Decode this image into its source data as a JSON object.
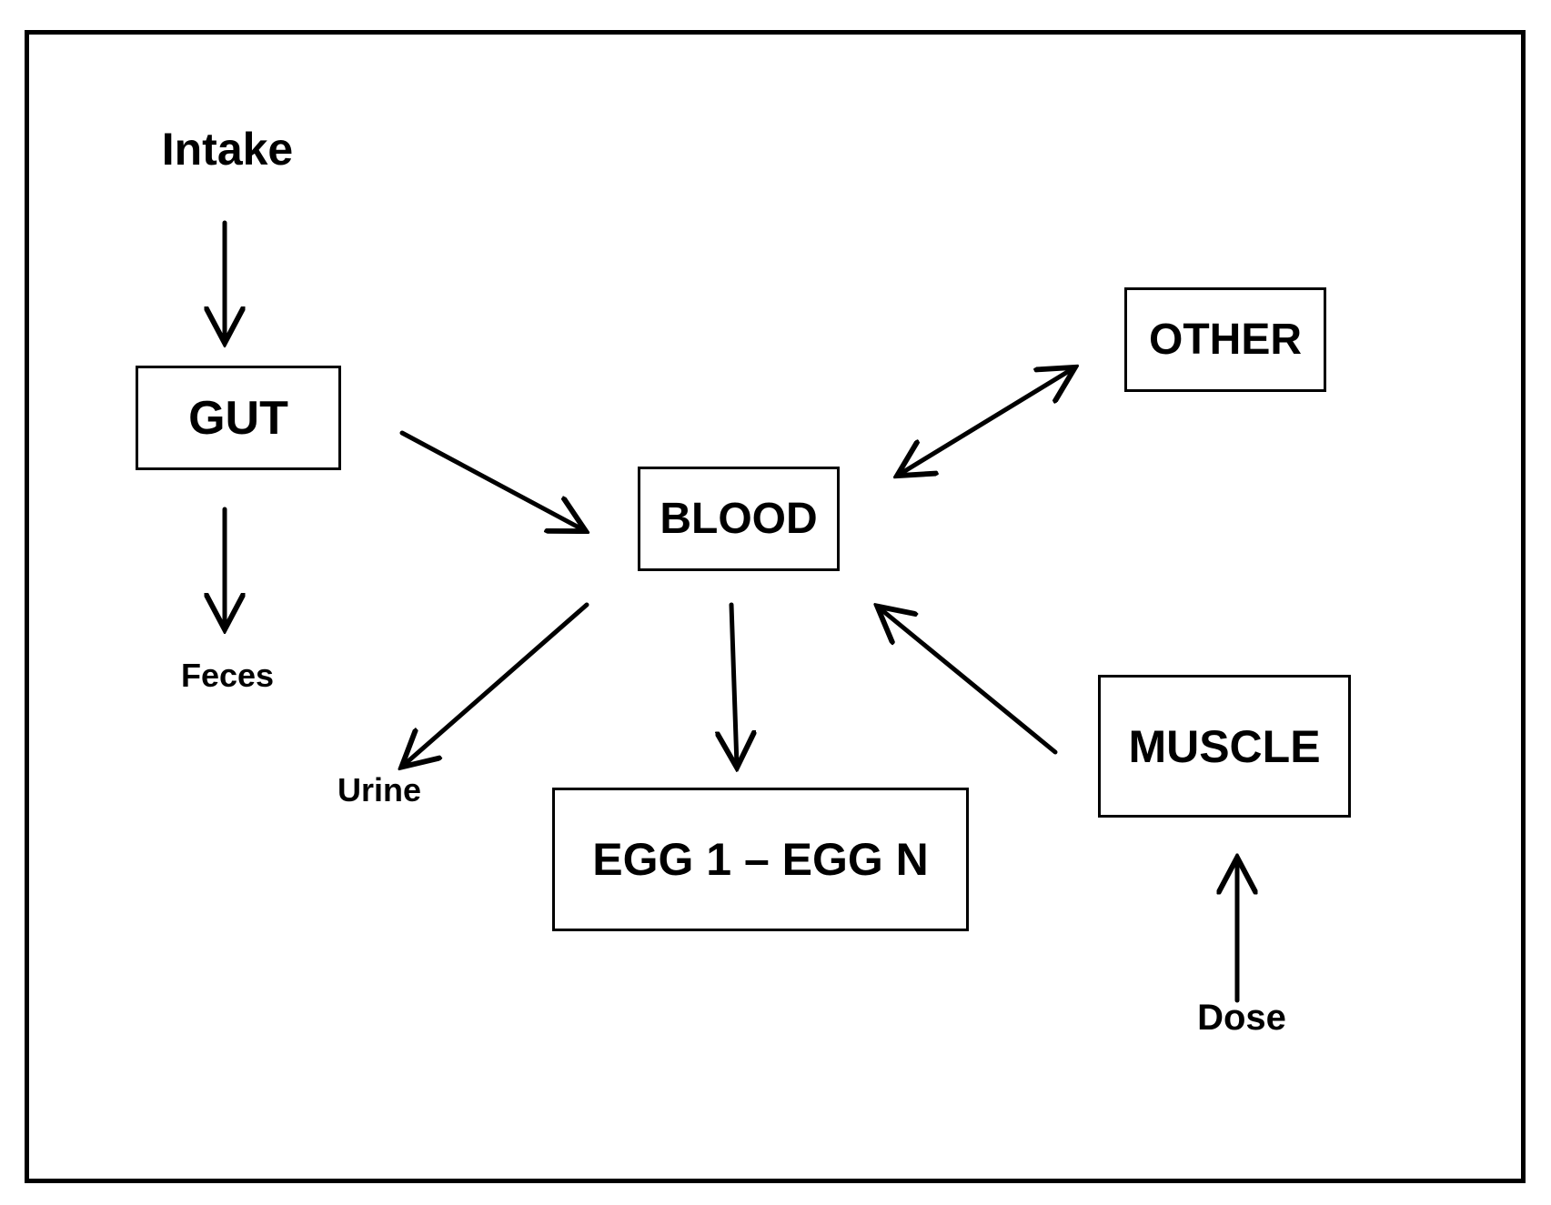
{
  "diagram": {
    "nodes": {
      "gut": "GUT",
      "blood": "BLOOD",
      "other": "OTHER",
      "muscle": "MUSCLE",
      "egg": "EGG 1 – EGG N"
    },
    "labels": {
      "intake": "Intake",
      "feces": "Feces",
      "urine": "Urine",
      "dose": "Dose"
    },
    "edges": [
      {
        "from": "Intake",
        "to": "GUT",
        "direction": "one-way"
      },
      {
        "from": "GUT",
        "to": "Feces",
        "direction": "one-way"
      },
      {
        "from": "GUT",
        "to": "BLOOD",
        "direction": "one-way"
      },
      {
        "from": "BLOOD",
        "to": "OTHER",
        "direction": "two-way"
      },
      {
        "from": "BLOOD",
        "to": "Urine",
        "direction": "one-way"
      },
      {
        "from": "BLOOD",
        "to": "EGG 1 – EGG N",
        "direction": "one-way"
      },
      {
        "from": "MUSCLE",
        "to": "BLOOD",
        "direction": "one-way"
      },
      {
        "from": "Dose",
        "to": "MUSCLE",
        "direction": "one-way"
      }
    ]
  }
}
